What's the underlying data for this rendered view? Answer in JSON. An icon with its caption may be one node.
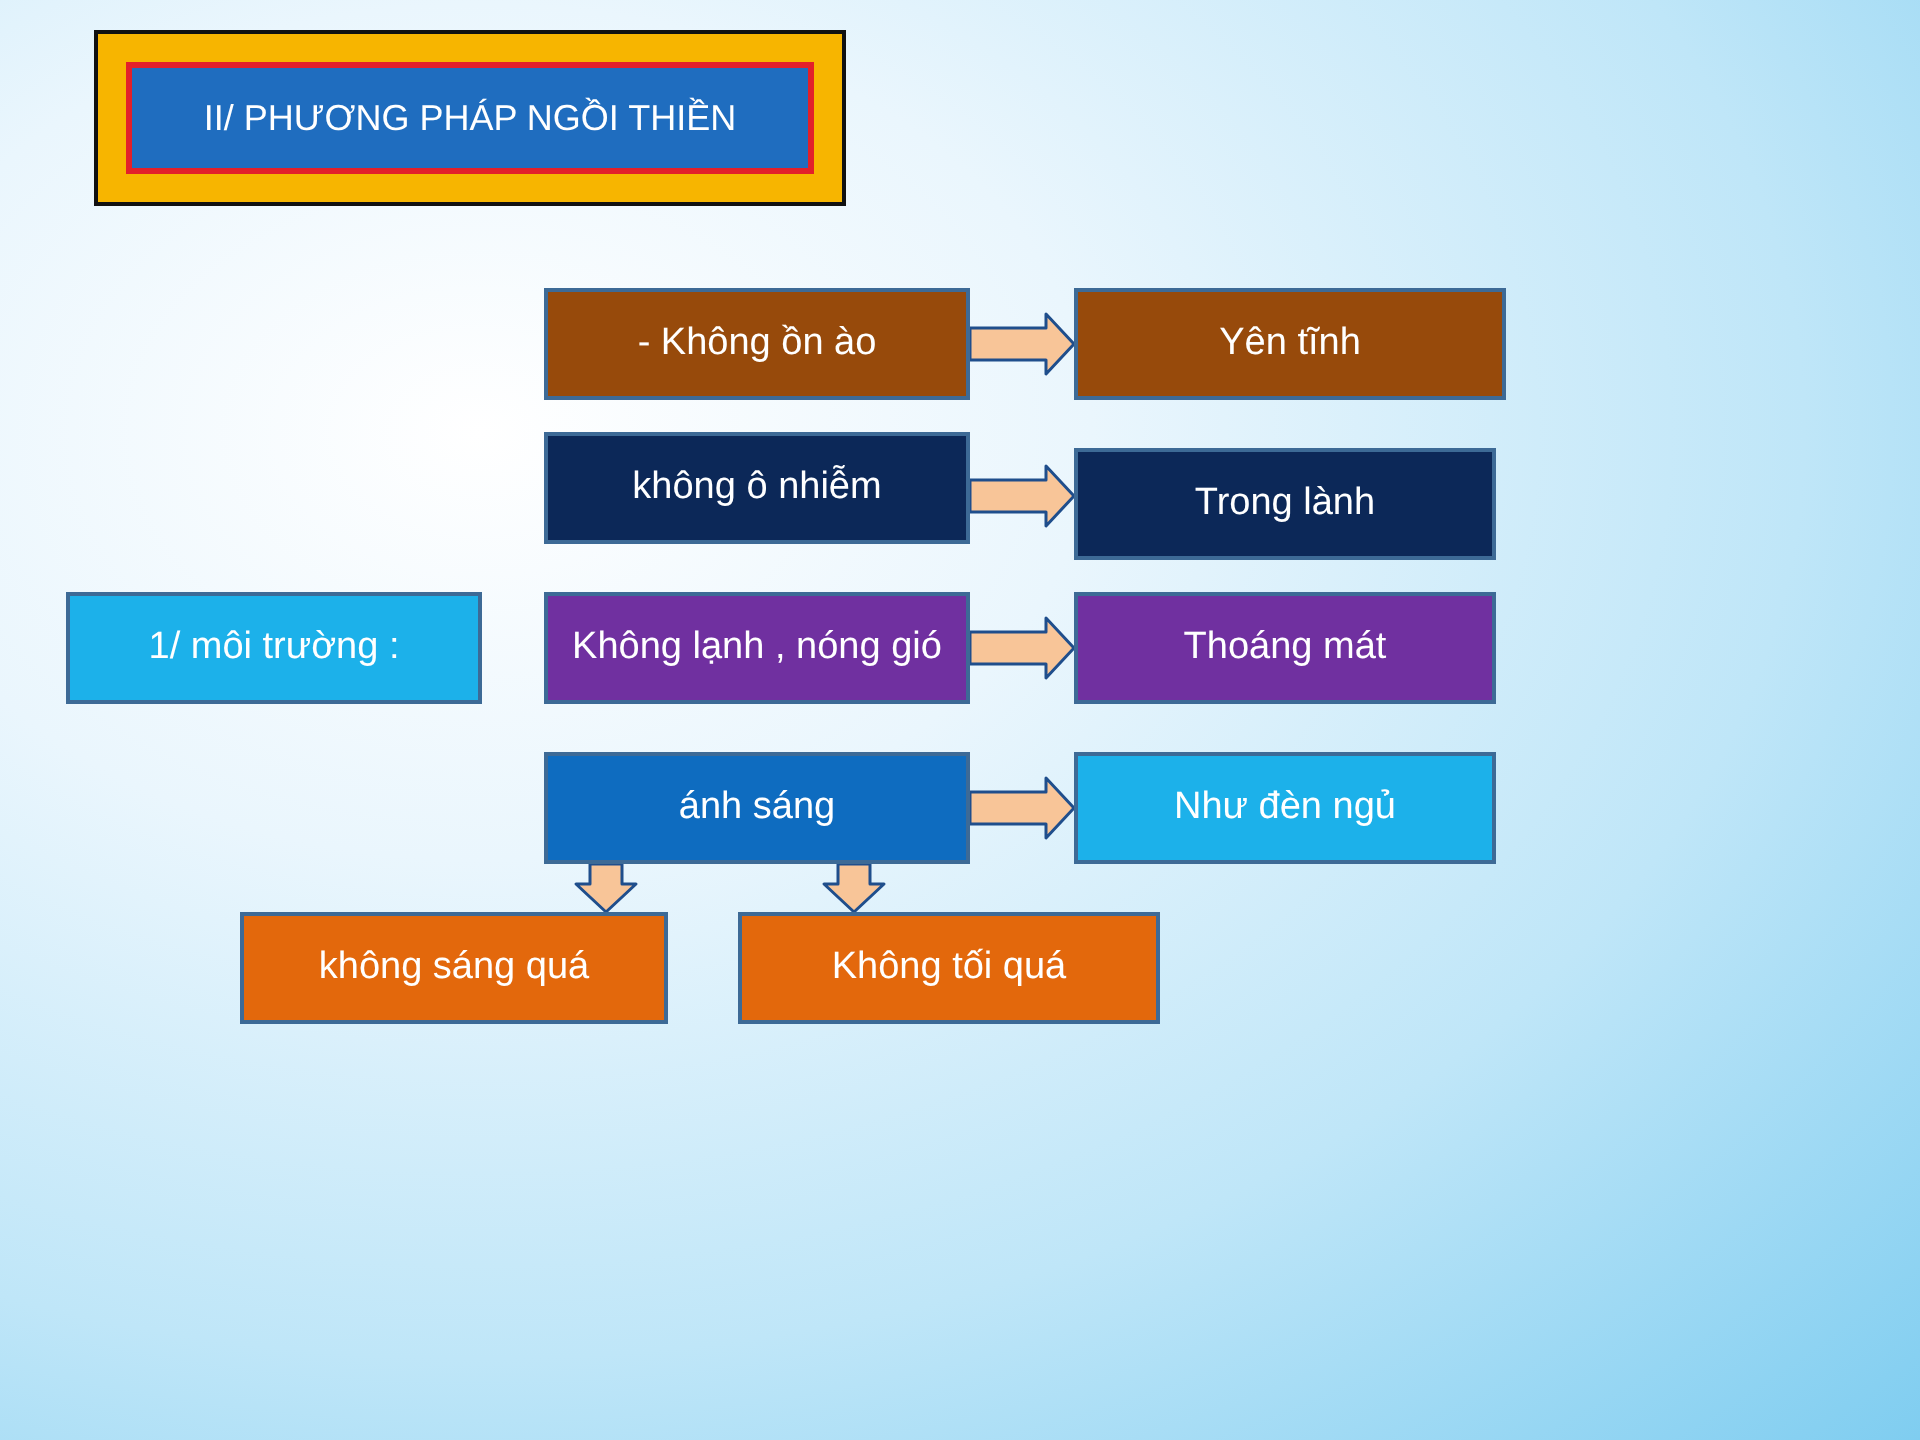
{
  "diagram": {
    "title": "II/ PHƯƠNG PHÁP NGỒI THIỀN",
    "nodes": [
      {
        "text": [
          "- Không ồn ào"
        ]
      },
      {
        "text": [
          "Yên tĩnh"
        ]
      },
      {
        "text": [
          "không ô nhiễm"
        ]
      },
      {
        "text": [
          "Trong lành"
        ]
      },
      {
        "text": [
          "1/ môi trường :"
        ]
      },
      {
        "text": [
          "Không lạnh , nóng gió"
        ]
      },
      {
        "text": [
          "Thoáng mát"
        ]
      },
      {
        "text": [
          "ánh sáng"
        ]
      },
      {
        "text": [
          "Như đèn ngủ"
        ]
      },
      {
        "text": [
          "không sáng quá"
        ]
      },
      {
        "text": [
          "Không tối quá"
        ]
      }
    ],
    "edges": [
      {
        "from": 0,
        "to": 1,
        "arrow": "to"
      },
      {
        "from": 2,
        "to": 3,
        "arrow": "to"
      },
      {
        "from": 5,
        "to": 6,
        "arrow": "to"
      },
      {
        "from": 7,
        "to": 8,
        "arrow": "to"
      },
      {
        "from": 7,
        "to": 9,
        "arrow": "to"
      },
      {
        "from": 7,
        "to": 10,
        "arrow": "to"
      }
    ]
  }
}
